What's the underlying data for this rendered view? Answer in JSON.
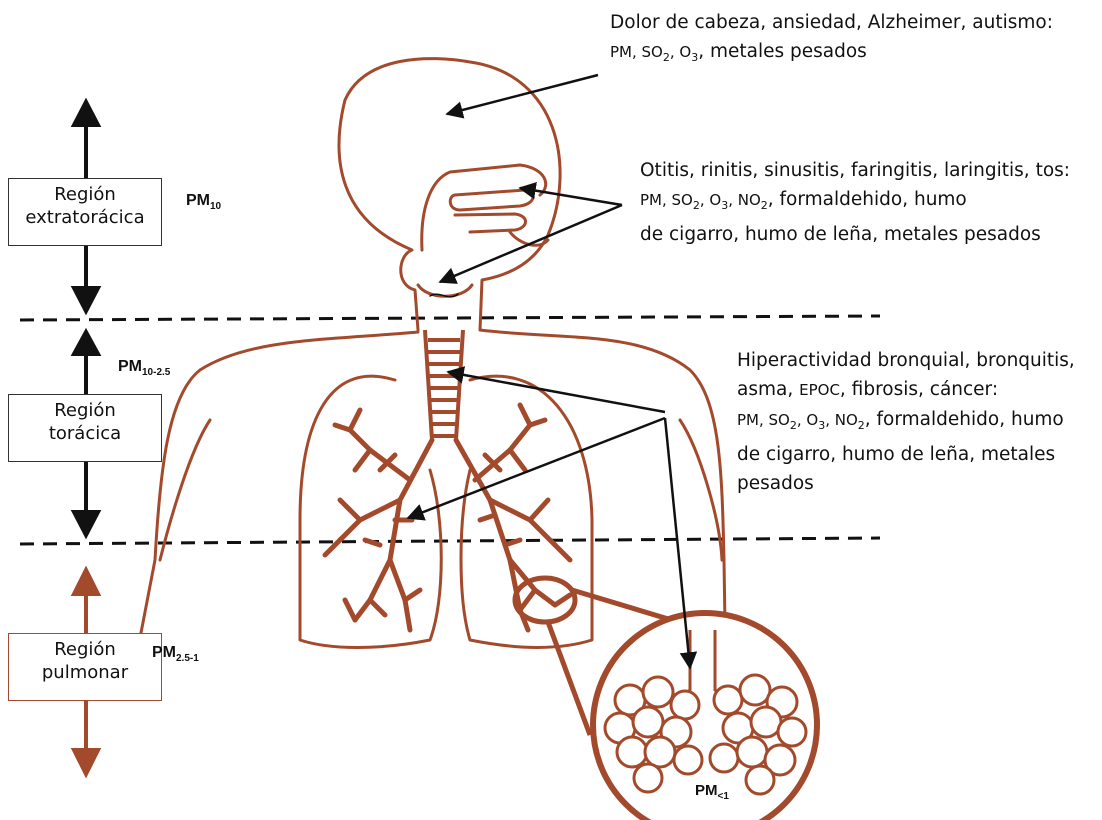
{
  "regions": {
    "extrathoracic": {
      "line1": "Región",
      "line2": "extratorácica",
      "pm_base": "PM",
      "pm_sub": "10"
    },
    "thoracic": {
      "line1": "Región",
      "line2": "torácica",
      "pm_base": "PM",
      "pm_sub": "10-2.5"
    },
    "pulmonary": {
      "line1": "Región",
      "line2": "pulmonar",
      "pm_base": "PM",
      "pm_sub": "2.5-1"
    }
  },
  "alveoli_pm": {
    "base": "PM",
    "sub": "<1"
  },
  "annotations": {
    "head": {
      "line1": "Dolor de cabeza, ansiedad, Alzheimer, autismo:",
      "pm": "PM, ",
      "so": "SO",
      "so_sub": "2",
      "o": ", O",
      "o_sub": "3",
      "rest": ", metales pesados"
    },
    "upper_airway": {
      "line1": "Otitis, rinitis, sinusitis, faringitis, laringitis, tos:",
      "pm": "PM, ",
      "so": "SO",
      "so_sub": "2",
      "o": ", O",
      "o_sub": "3",
      "no": ", NO",
      "no_sub": "2",
      "rest": ", formaldehido, humo",
      "line3": "de cigarro, humo de leña, metales pesados"
    },
    "thorax": {
      "line1": "Hiperactividad bronquial, bronquitis,",
      "line2_a": "asma, ",
      "line2_epoc": "EPOC",
      "line2_b": ", fibrosis, cáncer:",
      "pm": "PM, ",
      "so": "SO",
      "so_sub": "2",
      "o": ", O",
      "o_sub": "3",
      "no": ", NO",
      "no_sub": "2",
      "rest": ", formaldehido, humo",
      "line4": "de cigarro, humo de leña, metales",
      "line5": "pesados"
    }
  },
  "colors": {
    "anatomy": "#a34a2c",
    "arrow_black": "#111111",
    "arrow_brown": "#a34a2c"
  }
}
